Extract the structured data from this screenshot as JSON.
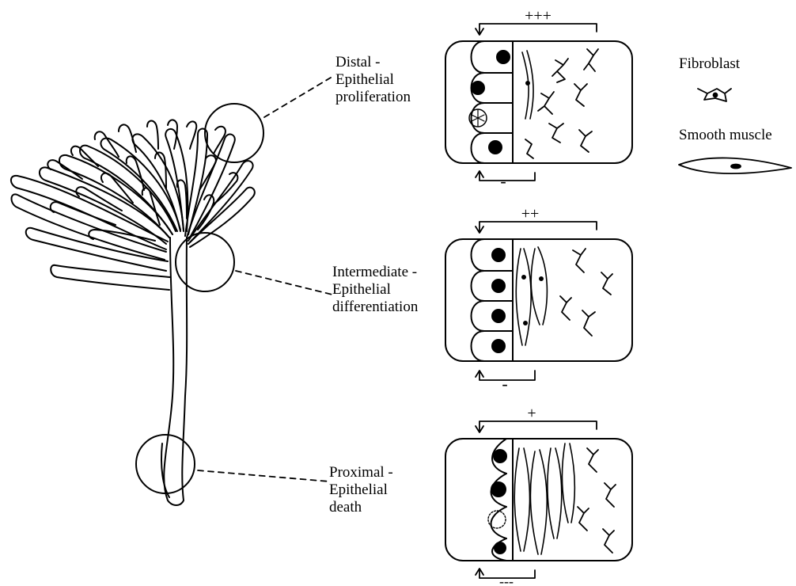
{
  "legend": {
    "fibroblast": "Fibroblast",
    "smooth_muscle": "Smooth muscle"
  },
  "regions": [
    {
      "id": "distal",
      "label_lines": [
        "Distal -",
        "Epithelial",
        "proliferation"
      ],
      "top_signal": "+++",
      "bottom_signal": "-"
    },
    {
      "id": "intermediate",
      "label_lines": [
        "Intermediate -",
        "Epithelial",
        "differentiation"
      ],
      "top_signal": "++",
      "bottom_signal": "-"
    },
    {
      "id": "proximal",
      "label_lines": [
        "Proximal -",
        "Epithelial",
        "death"
      ],
      "top_signal": "+",
      "bottom_signal": "---"
    }
  ]
}
